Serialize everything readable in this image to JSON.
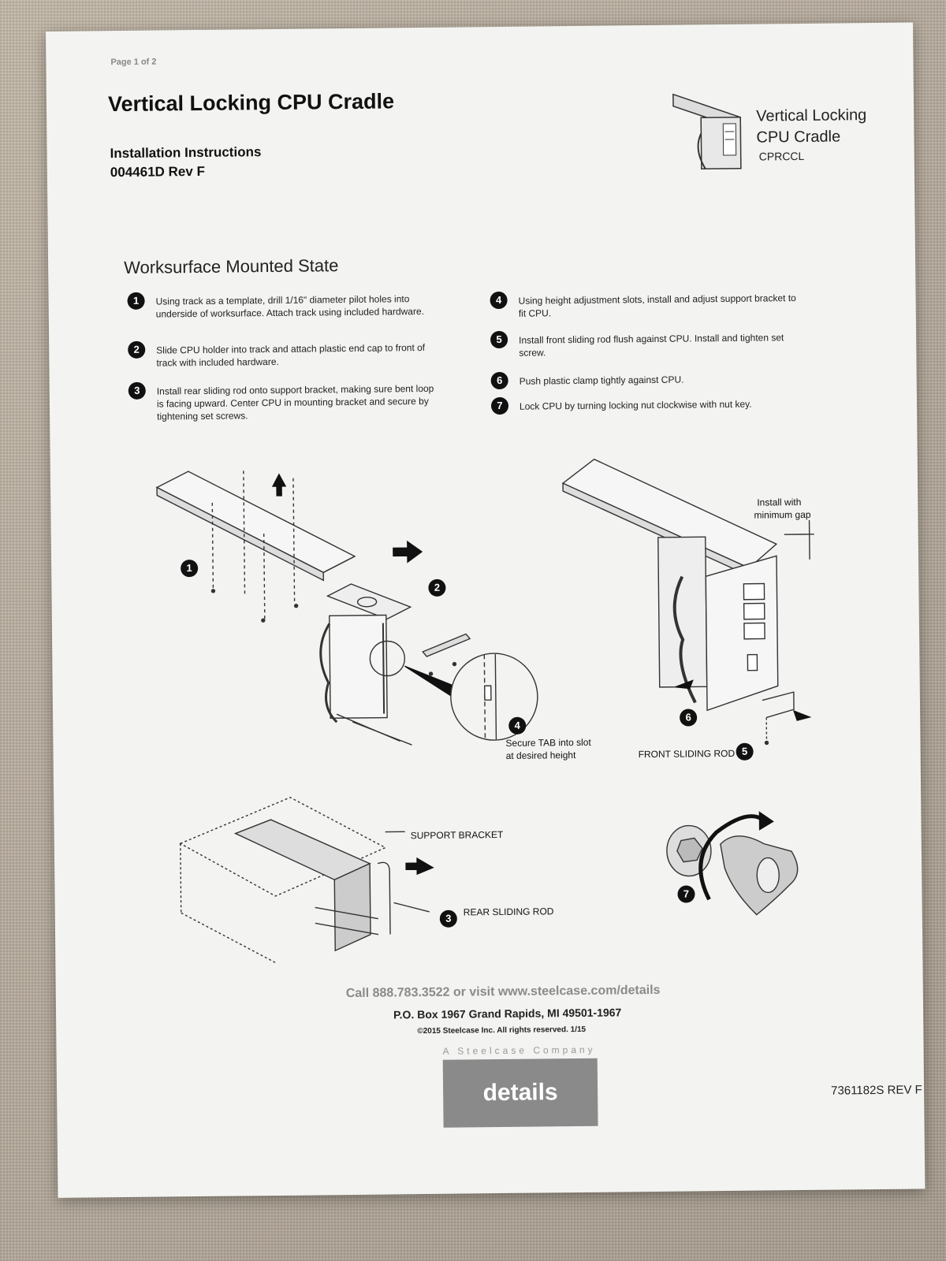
{
  "header": {
    "page_number": "Page 1 of 2",
    "title": "Vertical Locking CPU Cradle",
    "subtitle": "Installation Instructions",
    "doc_number": "004461D  Rev F"
  },
  "product_badge": {
    "name": "Vertical Locking CPU Cradle",
    "code": "CPRCCL"
  },
  "section_title": "Worksurface Mounted State",
  "steps": [
    {
      "num": "1",
      "text": "Using track as a template, drill 1/16\" diameter pilot holes into underside of worksurface. Attach track using included hardware."
    },
    {
      "num": "2",
      "text": "Slide CPU holder into track and attach plastic end cap to front of track with included hardware."
    },
    {
      "num": "3",
      "text": "Install rear sliding rod onto support bracket, making sure bent loop is facing upward. Center CPU in mounting bracket and secure by tightening set screws."
    },
    {
      "num": "4",
      "text": "Using height adjustment slots, install and adjust support bracket to fit CPU."
    },
    {
      "num": "5",
      "text": "Install front sliding rod flush against CPU. Install and tighten set screw."
    },
    {
      "num": "6",
      "text": "Push plastic clamp tightly against CPU."
    },
    {
      "num": "7",
      "text": "Lock CPU by turning locking nut clockwise with nut key."
    }
  ],
  "callouts": {
    "tab_note_line1": "Secure TAB into slot",
    "tab_note_line2": "at desired height",
    "install_gap_line1": "Install with",
    "install_gap_line2": "minimum gap",
    "front_rod": "FRONT SLIDING ROD",
    "support_bracket": "SUPPORT BRACKET",
    "rear_rod": "REAR SLIDING ROD",
    "n1": "1",
    "n2": "2",
    "n3": "3",
    "n4": "4",
    "n5": "5",
    "n6": "6",
    "n7": "7"
  },
  "footer": {
    "call": "Call 888.783.3522 or visit www.steelcase.com/details",
    "address": "P.O. Box 1967 Grand Rapids, MI 49501-1967",
    "copyright": "©2015 Steelcase Inc.  All rights reserved.  1/15",
    "tagline": "A Steelcase Company",
    "logo": "details",
    "part_number": "7361182S REV F"
  }
}
